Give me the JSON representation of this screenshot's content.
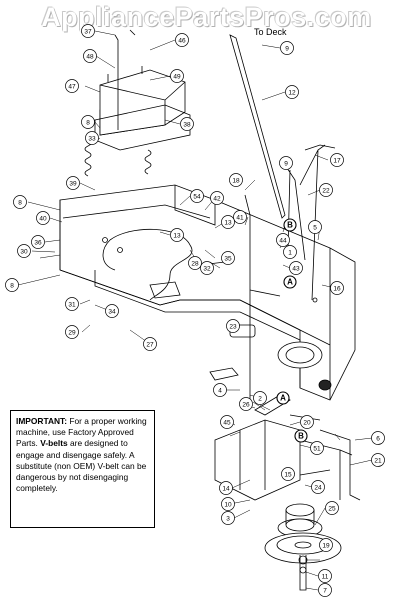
{
  "watermark": "AppliancePartsPros.com",
  "to_deck_label": "To Deck",
  "notice": {
    "important": "IMPORTANT:",
    "line1": " For a proper working machine, use Factory Approved Parts. ",
    "vbelts": "V-belts",
    "line2": " are designed to engage and disengage safely. A substitute (non OEM) V-belt can be dangerous by not disengaging completely."
  },
  "callouts": [
    {
      "n": "37"
    },
    {
      "n": "48"
    },
    {
      "n": "46"
    },
    {
      "n": "49"
    },
    {
      "n": "47"
    },
    {
      "n": "9"
    },
    {
      "n": "12"
    },
    {
      "n": "8"
    },
    {
      "n": "33"
    },
    {
      "n": "38"
    },
    {
      "n": "17"
    },
    {
      "n": "9"
    },
    {
      "n": "18"
    },
    {
      "n": "22"
    },
    {
      "n": "39"
    },
    {
      "n": "54"
    },
    {
      "n": "42"
    },
    {
      "n": "8"
    },
    {
      "n": "40"
    },
    {
      "n": "13"
    },
    {
      "n": "41"
    },
    {
      "n": "13"
    },
    {
      "n": "B"
    },
    {
      "n": "5"
    },
    {
      "n": "44"
    },
    {
      "n": "28"
    },
    {
      "n": "35"
    },
    {
      "n": "32"
    },
    {
      "n": "1"
    },
    {
      "n": "43"
    },
    {
      "n": "36"
    },
    {
      "n": "30"
    },
    {
      "n": "A"
    },
    {
      "n": "16"
    },
    {
      "n": "8"
    },
    {
      "n": "31"
    },
    {
      "n": "34"
    },
    {
      "n": "23"
    },
    {
      "n": "29"
    },
    {
      "n": "27"
    },
    {
      "n": "4"
    },
    {
      "n": "2"
    },
    {
      "n": "A"
    },
    {
      "n": "26"
    },
    {
      "n": "45"
    },
    {
      "n": "20"
    },
    {
      "n": "B"
    },
    {
      "n": "51"
    },
    {
      "n": "6"
    },
    {
      "n": "21"
    },
    {
      "n": "15"
    },
    {
      "n": "14"
    },
    {
      "n": "24"
    },
    {
      "n": "10"
    },
    {
      "n": "25"
    },
    {
      "n": "3"
    },
    {
      "n": "19"
    },
    {
      "n": "11"
    },
    {
      "n": "7"
    }
  ]
}
